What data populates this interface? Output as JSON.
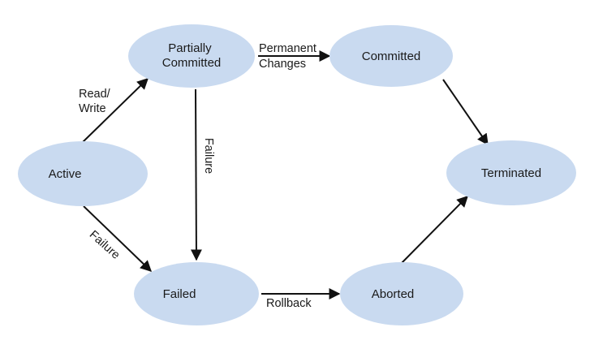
{
  "nodes": {
    "active": "Active",
    "partially_committed": [
      "Partially",
      "Committed"
    ],
    "committed": "Committed",
    "terminated": "Terminated",
    "failed": "Failed",
    "aborted": "Aborted"
  },
  "edges": {
    "read_write": [
      "Read/",
      "Write"
    ],
    "permanent_changes": [
      "Permanent",
      "Changes"
    ],
    "failure_from_partially": "Failure",
    "failure_from_active": "Failure",
    "rollback": "Rollback"
  },
  "colors": {
    "node_fill": "#c9daf0",
    "edge_color": "#111111"
  }
}
